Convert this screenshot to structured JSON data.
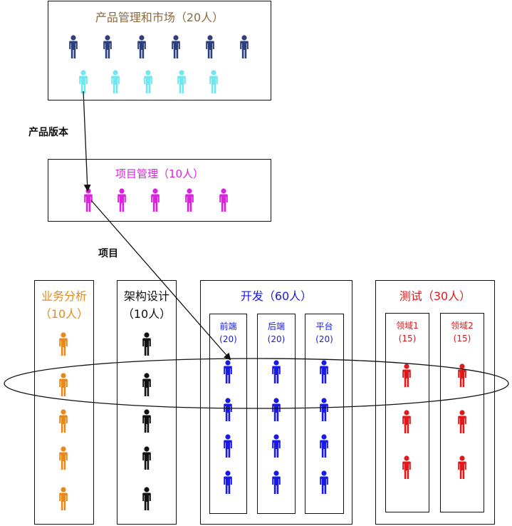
{
  "colors": {
    "product": "#8B6A3E",
    "product_dark": "#2B3F7A",
    "product_light": "#6EE7F0",
    "project": "#E020E0",
    "business": "#E8891A",
    "architecture": "#111111",
    "dev": "#1A1AE6",
    "test": "#E01A1A",
    "line": "#111111"
  },
  "groups": {
    "product": {
      "title": "产品管理和市场（20人）"
    },
    "project": {
      "title": "项目管理（10人）"
    },
    "business": {
      "title_line1": "业务分析",
      "title_line2": "（10人）"
    },
    "architecture": {
      "title_line1": "架构设计",
      "title_line2": "（10人）"
    },
    "dev": {
      "title": "开发（60人）",
      "teams": [
        {
          "name": "前端",
          "count": "(20)"
        },
        {
          "name": "后端",
          "count": "(20)"
        },
        {
          "name": "平台",
          "count": "(20)"
        }
      ]
    },
    "test": {
      "title": "测试（30人）",
      "teams": [
        {
          "name": "领域1",
          "count": "(15)"
        },
        {
          "name": "领域2",
          "count": "(15)"
        }
      ]
    }
  },
  "flows": {
    "product_version": "产品版本",
    "project": "项目"
  },
  "icons": {
    "person": "person-icon"
  }
}
